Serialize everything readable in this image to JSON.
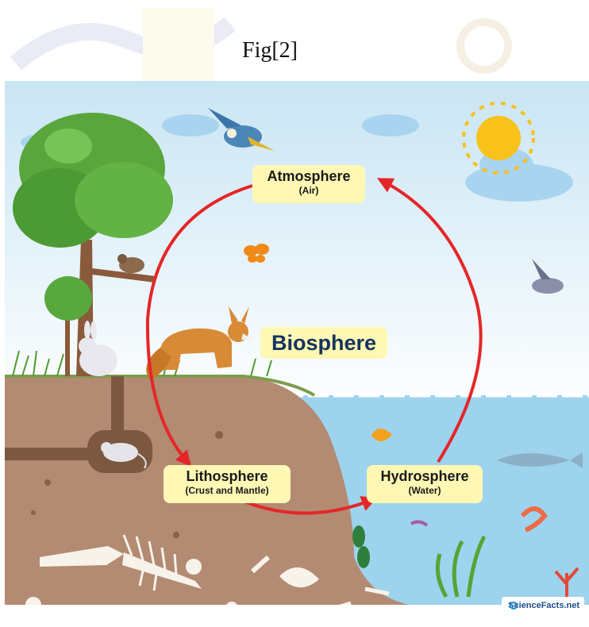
{
  "figure": {
    "caption": "Fig[2]"
  },
  "diagram": {
    "center_label": "Biosphere",
    "spheres": [
      {
        "name": "Atmosphere",
        "detail": "(Air)"
      },
      {
        "name": "Lithosphere",
        "detail": "(Crust and Mantle)"
      },
      {
        "name": "Hydrosphere",
        "detail": "(Water)"
      }
    ]
  },
  "credit": {
    "brand": "ScienceFacts.net"
  },
  "colors": {
    "arrow": "#e52629",
    "sky_top": "#cfe7f5",
    "water": "#9ed3ee",
    "soil": "#b38a72",
    "label_bg": "#fff8b5"
  },
  "icons": [
    "tree-icon",
    "bird-icon",
    "butterfly-icon",
    "fox-icon",
    "rabbit-icon",
    "mouse-icon",
    "fish-icon",
    "shrimp-icon",
    "sun-icon",
    "cloud-icon",
    "fossil-icon",
    "seaweed-icon",
    "coral-icon"
  ]
}
